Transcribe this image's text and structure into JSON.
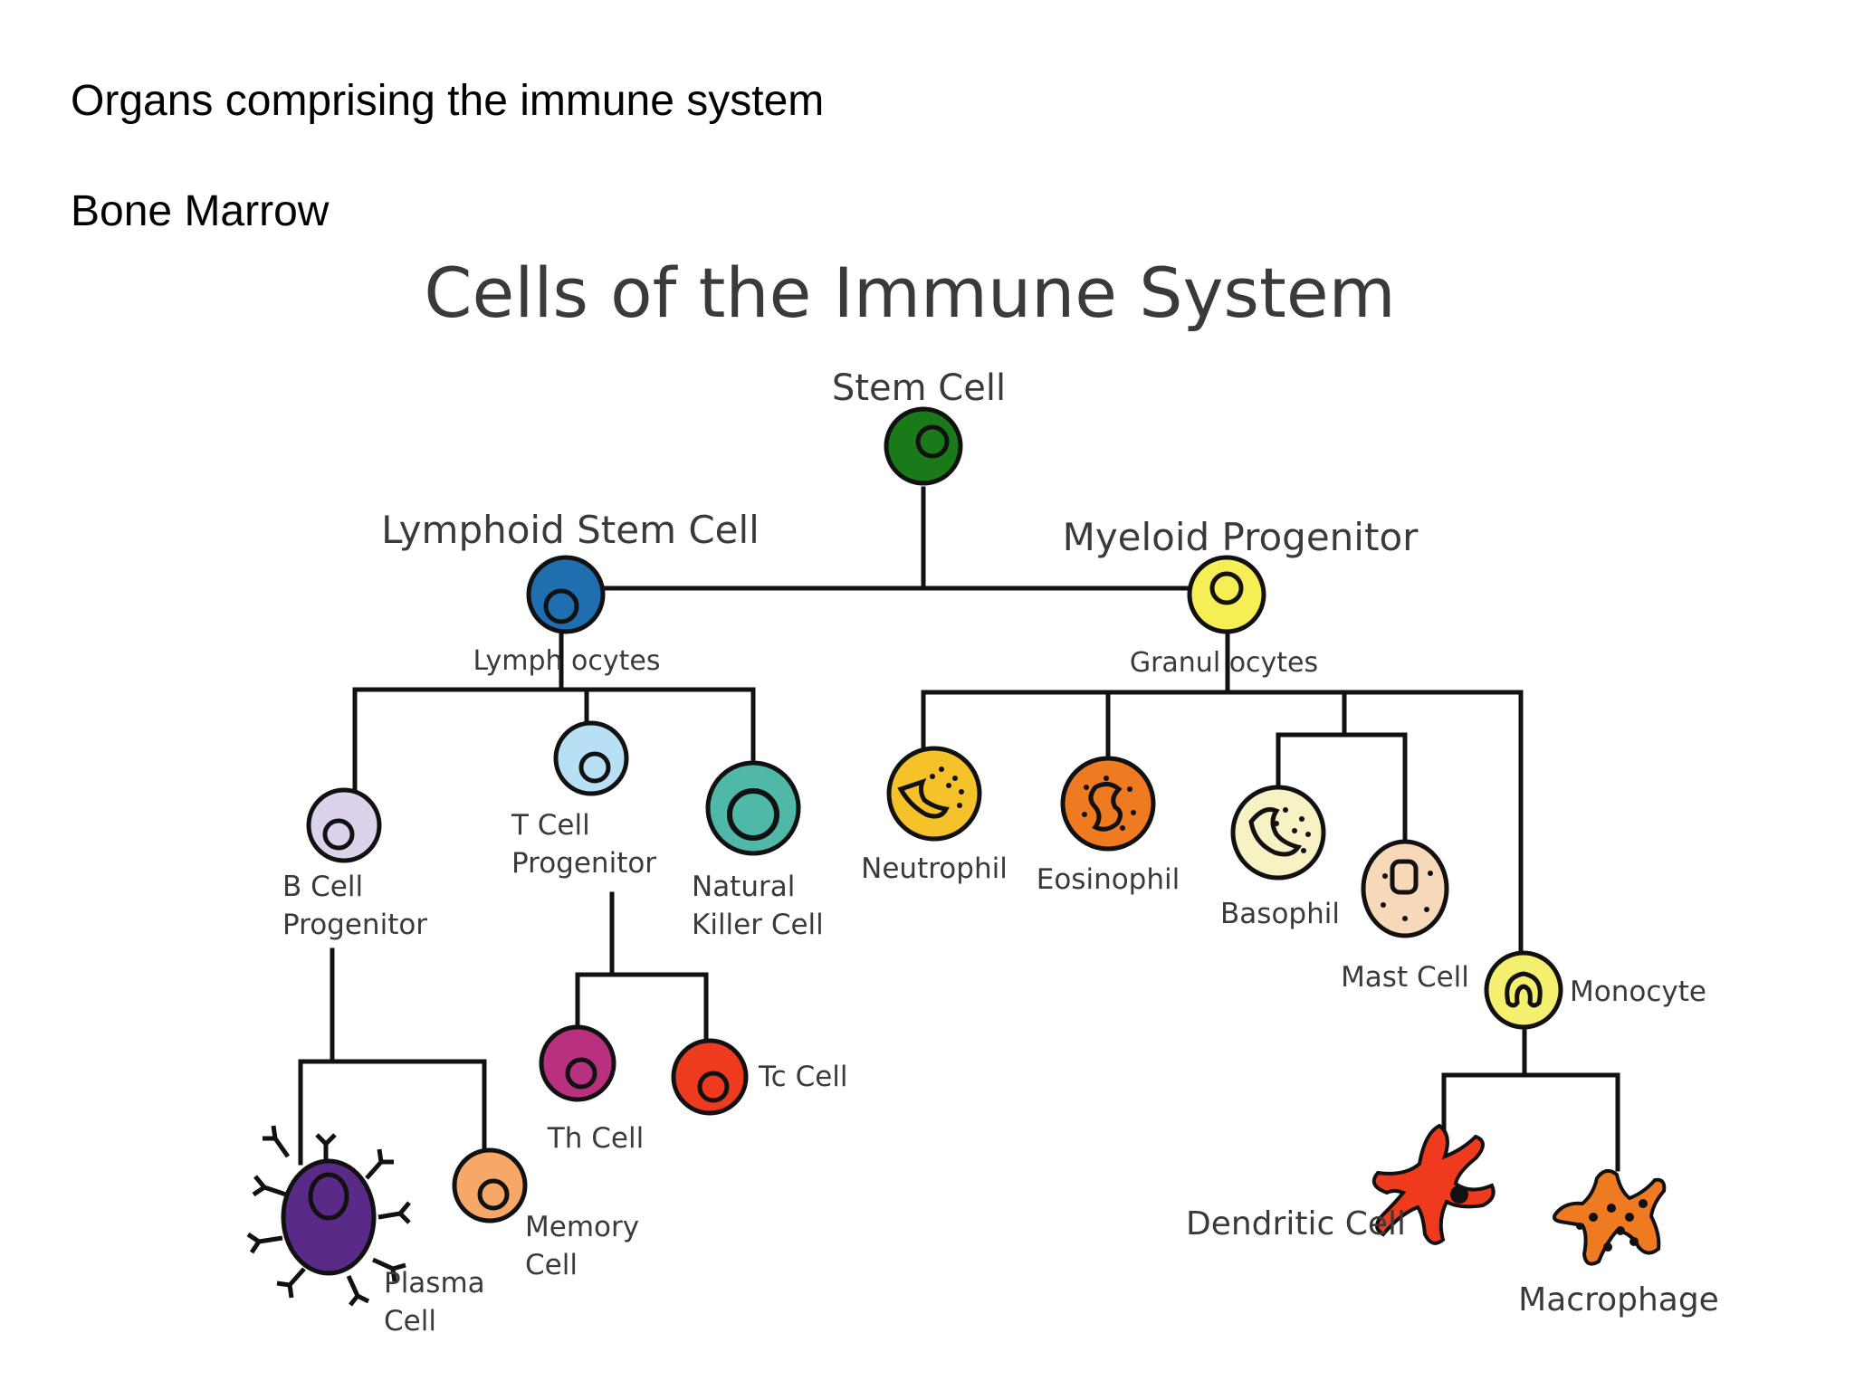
{
  "slide": {
    "title": "Organs comprising the immune system",
    "section": "Bone Marrow"
  },
  "diagram": {
    "title": "Cells of the Immune System",
    "branches": {
      "lymphocytes": "Lymph ocytes",
      "granulocytes": "Granul ocytes"
    },
    "labels": {
      "stem_cell": "Stem Cell",
      "lymphoid_stem_cell": "Lymphoid Stem Cell",
      "myeloid_progenitor": "Myeloid Progenitor",
      "b_cell_progenitor": [
        "B Cell",
        "Progenitor"
      ],
      "t_cell_progenitor": [
        "T Cell",
        "Progenitor"
      ],
      "natural_killer_cell": [
        "Natural",
        "Killer Cell"
      ],
      "neutrophil": "Neutrophil",
      "eosinophil": "Eosinophil",
      "basophil": "Basophil",
      "mast_cell": "Mast Cell",
      "monocyte": "Monocyte",
      "th_cell": "Th Cell",
      "tc_cell": "Tc Cell",
      "plasma_cell": [
        "Plasma",
        "Cell"
      ],
      "memory_cell": [
        "Memory",
        "Cell"
      ],
      "dendritic_cell": "Dendritic Cell",
      "macrophage": "Macrophage"
    },
    "colors": {
      "stem_cell": "#1a7a1a",
      "lymphoid_stem_cell": "#1f6fb0",
      "myeloid_progenitor": "#f5ee55",
      "b_cell_progenitor": "#ddd2ec",
      "t_cell_progenitor": "#b8e0f4",
      "natural_killer_cell": "#4fb8a8",
      "neutrophil": "#f5c22a",
      "eosinophil": "#ee7a22",
      "basophil": "#f7f2c4",
      "mast_cell": "#f7d8b8",
      "monocyte": "#f5ef70",
      "th_cell": "#b8307e",
      "tc_cell": "#ee3a1e",
      "plasma_cell": "#5a2a88",
      "memory_cell": "#f7a868",
      "dendritic_cell": "#f03a1e",
      "macrophage": "#ee7a22"
    }
  }
}
